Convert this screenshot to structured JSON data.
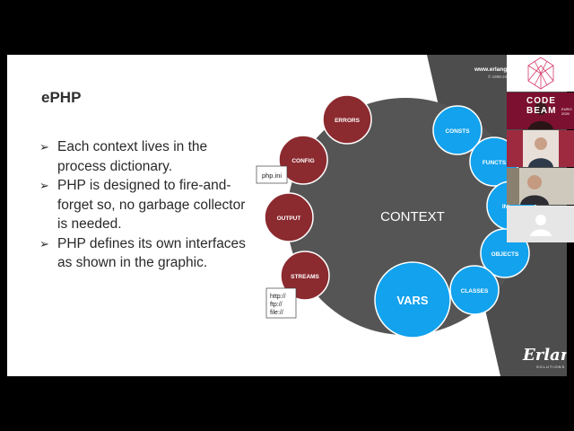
{
  "slide": {
    "title": "ePHP",
    "bullets": [
      "Each context lives in the process dictionary.",
      "PHP is designed to fire-and-forget so, no garbage collector is needed.",
      "PHP defines its own interfaces as shown in the graphic."
    ],
    "bullet_glyph": "➢",
    "brand_url": "www.erlang",
    "brand_copyright": "© 1999-20",
    "logo_text": "Erlang",
    "logo_sub": "SOLUTIONS"
  },
  "diagram": {
    "center_label": "CONTEXT",
    "red_nodes": [
      "ERRORS",
      "CONFIG",
      "OUTPUT",
      "STREAMS"
    ],
    "blue_nodes": [
      "CONSTS",
      "FUNCTS",
      "INI",
      "OBJECTS",
      "CLASSES"
    ],
    "big_node": "VARS",
    "note_config": "php.ini",
    "note_streams": [
      "http://",
      "ftp://",
      "file://"
    ]
  },
  "thumbnails": {
    "event_text_line1": "CODE",
    "event_text_line2": "BEAM",
    "event_side_line1": "EURO",
    "event_side_line2": "2020"
  },
  "colors": {
    "red_node": "#8b2a2f",
    "blue_node": "#12a2ee",
    "context_circle": "#555555",
    "dark_band": "#4d4d4d"
  }
}
